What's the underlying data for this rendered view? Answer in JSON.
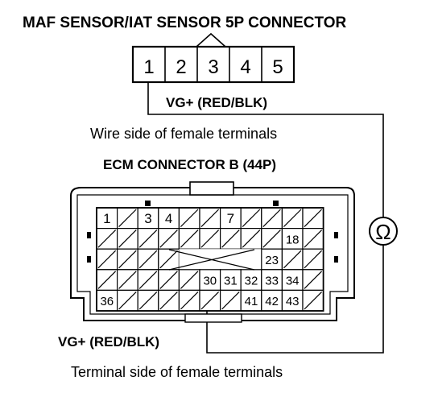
{
  "title": "MAF SENSOR/IAT SENSOR 5P CONNECTOR",
  "maf_connector": {
    "pins": [
      "1",
      "2",
      "3",
      "4",
      "5"
    ]
  },
  "wire_label_top": "VG+ (RED/BLK)",
  "wire_side_caption": "Wire side of female terminals",
  "ecm_title": "ECM CONNECTOR B (44P)",
  "ecm_connector": {
    "row1": [
      "1",
      "",
      "3",
      "4",
      "",
      "",
      "7",
      ""
    ],
    "row2_label": "18",
    "row3_label": "23",
    "row4": [
      "30",
      "31",
      "32",
      "33",
      "34"
    ],
    "row5": [
      "36",
      "",
      "",
      "",
      "41",
      "42",
      "43",
      ""
    ]
  },
  "ohmmeter_symbol": "Ω",
  "wire_label_bottom": "VG+ (RED/BLK)",
  "terminal_side_caption": "Terminal side of female terminals"
}
